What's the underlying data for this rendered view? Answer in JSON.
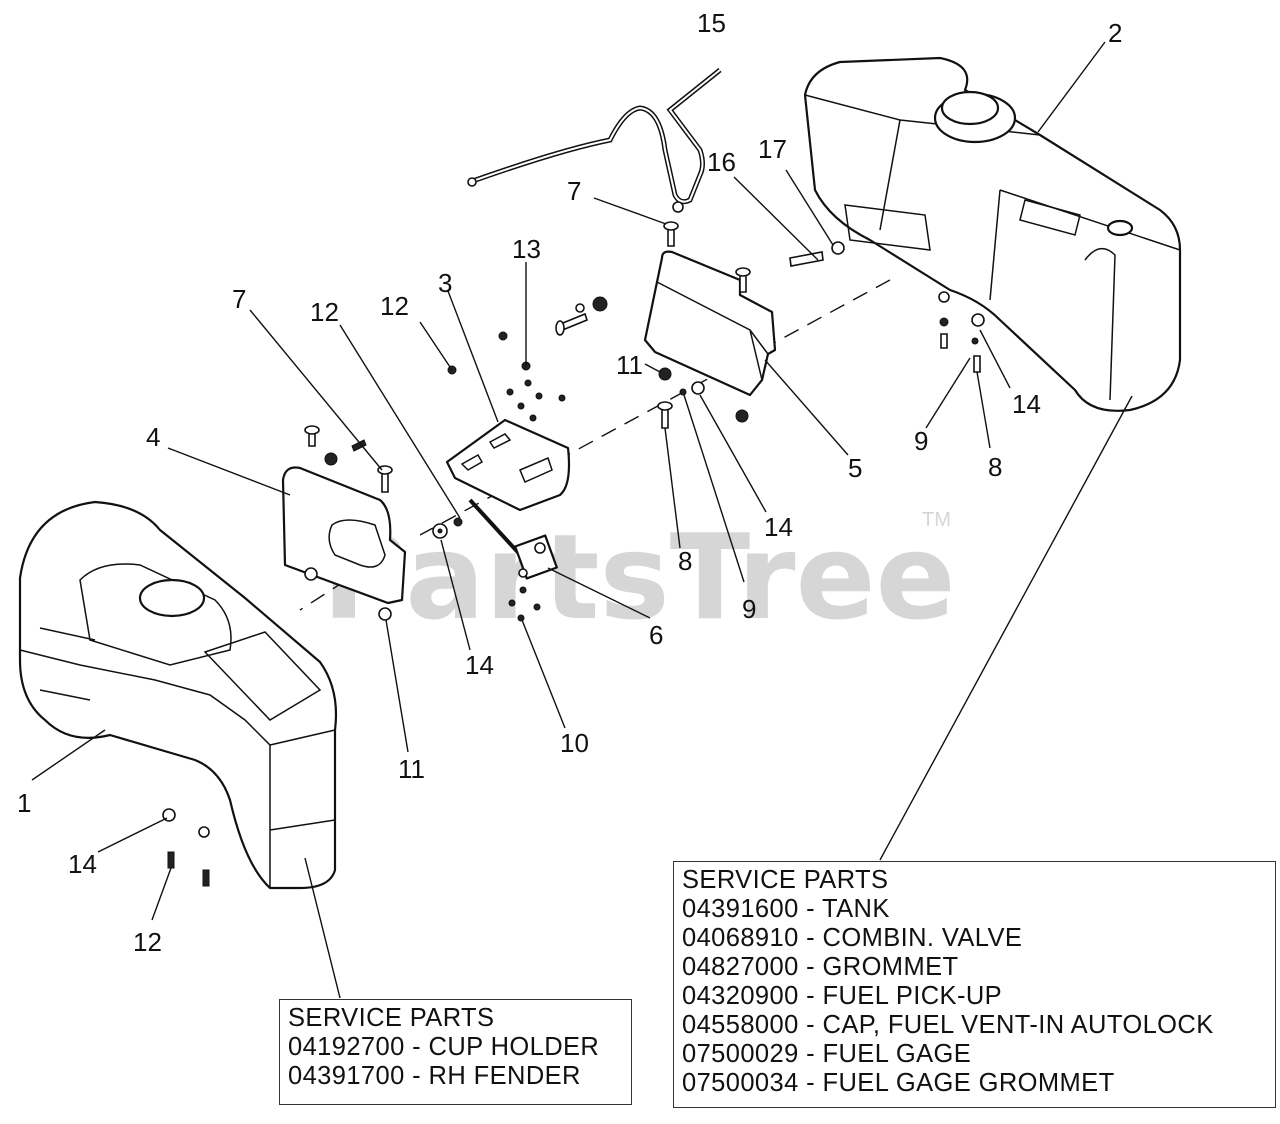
{
  "watermark": {
    "text": "PartsTree",
    "trademark": "TM"
  },
  "callouts": {
    "c15": "15",
    "c2": "2",
    "c16": "16",
    "c17": "17",
    "c7a": "7",
    "c13": "13",
    "c3": "3",
    "c12a": "12",
    "c12b": "12",
    "c7b": "7",
    "c4": "4",
    "c11a": "11",
    "c5": "5",
    "c9a": "9",
    "c14a": "14",
    "c8a": "8",
    "c14b": "14",
    "c8b": "8",
    "c9b": "9",
    "c6": "6",
    "c14c": "14",
    "c10": "10",
    "c11b": "11",
    "c1": "1",
    "c14d": "14",
    "c12c": "12"
  },
  "service_left": {
    "heading": "SERVICE PARTS",
    "items": [
      {
        "text": "04192700 - CUP HOLDER"
      },
      {
        "text": "04391700 - RH FENDER"
      }
    ]
  },
  "service_right": {
    "heading": "SERVICE PARTS",
    "items": [
      {
        "text": "04391600 - TANK"
      },
      {
        "text": "04068910 - COMBIN. VALVE"
      },
      {
        "text": "04827000 - GROMMET"
      },
      {
        "text": "04320900 - FUEL PICK-UP"
      },
      {
        "text": "04558000 - CAP, FUEL VENT-IN AUTOLOCK"
      },
      {
        "text": "07500029 - FUEL GAGE"
      },
      {
        "text": "07500034 - FUEL GAGE GROMMET"
      }
    ]
  }
}
